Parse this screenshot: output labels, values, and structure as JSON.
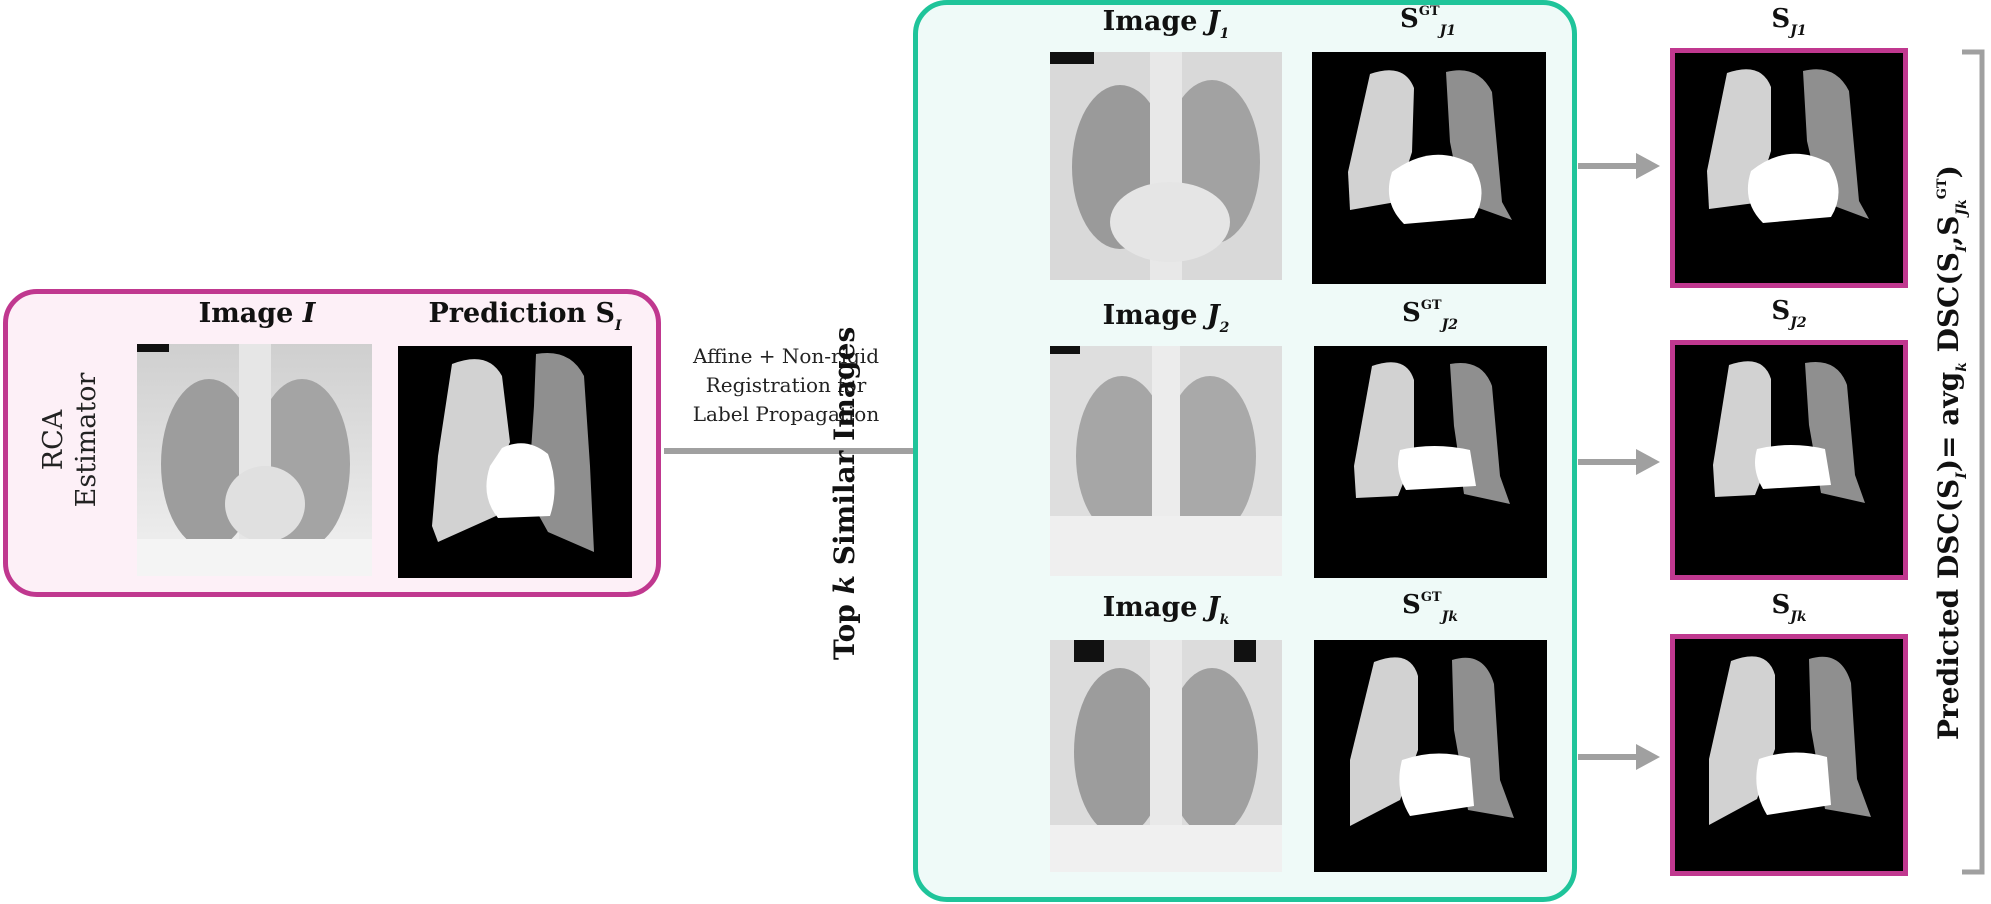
{
  "rca": {
    "label_line1": "RCA",
    "label_line2": "Estimator",
    "image_title": "Image",
    "image_var": "I",
    "prediction_title": "Prediction S",
    "prediction_sub": "I"
  },
  "registration": {
    "line1": "Affine + Non-rigid",
    "line2": "Registration for",
    "line3": "Label Propagation"
  },
  "top_k": {
    "label_prefix": "Top ",
    "label_k": "k",
    "label_suffix": " Similar Images",
    "rows": [
      {
        "image_title": "Image",
        "image_var": "J",
        "image_sub": "1",
        "gt_title": "S",
        "gt_sup": "GT",
        "gt_sub": "J1"
      },
      {
        "image_title": "Image",
        "image_var": "J",
        "image_sub": "2",
        "gt_title": "S",
        "gt_sup": "GT",
        "gt_sub": "J2"
      },
      {
        "image_title": "Image",
        "image_var": "J",
        "image_sub": "k",
        "gt_title": "S",
        "gt_sup": "GT",
        "gt_sub": "Jk"
      }
    ]
  },
  "outputs": [
    {
      "title": "S",
      "sub": "J1"
    },
    {
      "title": "S",
      "sub": "J2"
    },
    {
      "title": "S",
      "sub": "Jk"
    }
  ],
  "predicted": {
    "text": "Predicted DSC(S",
    "sub_i": "I",
    "eq": ")= avg",
    "sub_k": "k",
    "dsc": " DSC(S",
    "sub_i2": "I",
    "comma": ",S",
    "sub_jk": "Jk",
    "sup_gt": "GT",
    "close": ")"
  },
  "colors": {
    "rca_border": "#c0388f",
    "topk_border": "#1fc49a",
    "arrow": "#a0a0a0",
    "lung_left": "#d2d2d2",
    "lung_right": "#8f8f8f",
    "heart": "#ffffff"
  }
}
